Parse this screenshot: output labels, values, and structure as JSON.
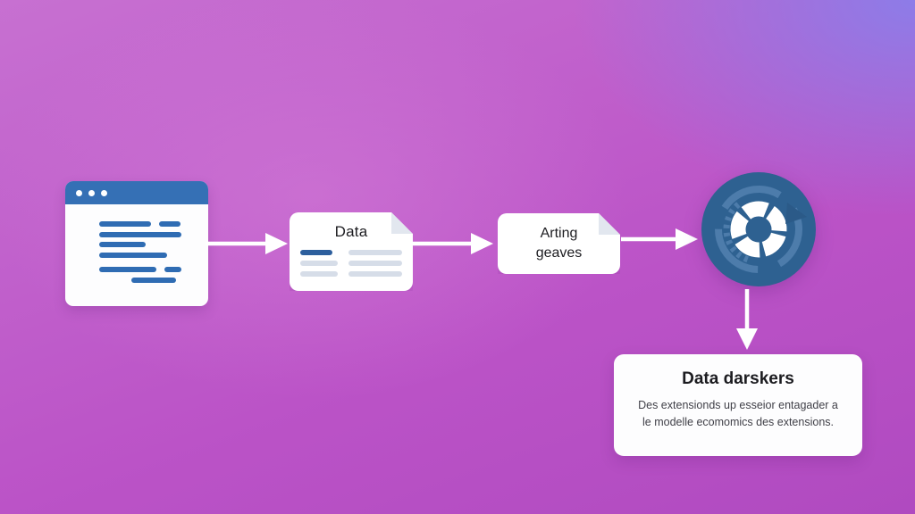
{
  "diagram": {
    "doc1": {
      "title": "Data"
    },
    "doc2": {
      "title": "Arting geaves"
    },
    "result": {
      "title": "Data darskers",
      "body": "Des extensionds up esseior entagader a le modelle ecomomics des extensions."
    }
  },
  "icons": {
    "browser": "browser-window-icon",
    "documents": "document-icon",
    "sync": "sync-circle-icon",
    "arrows": "arrow-icon"
  },
  "colors": {
    "titlebar_blue": "#3570b5",
    "line_blue": "#2f6cb3",
    "doc_dark_line": "#2d5f9d",
    "doc_light_line": "#d6dde8",
    "circle_blue": "#2e6191",
    "circle_arc_blue": "#4d7cab",
    "arrow_white": "#ffffff",
    "bg_pink": "#c770d1",
    "bg_magenta": "#b04ac0",
    "bg_violet": "#8d7ce8",
    "card_white": "#fdfdfe"
  }
}
